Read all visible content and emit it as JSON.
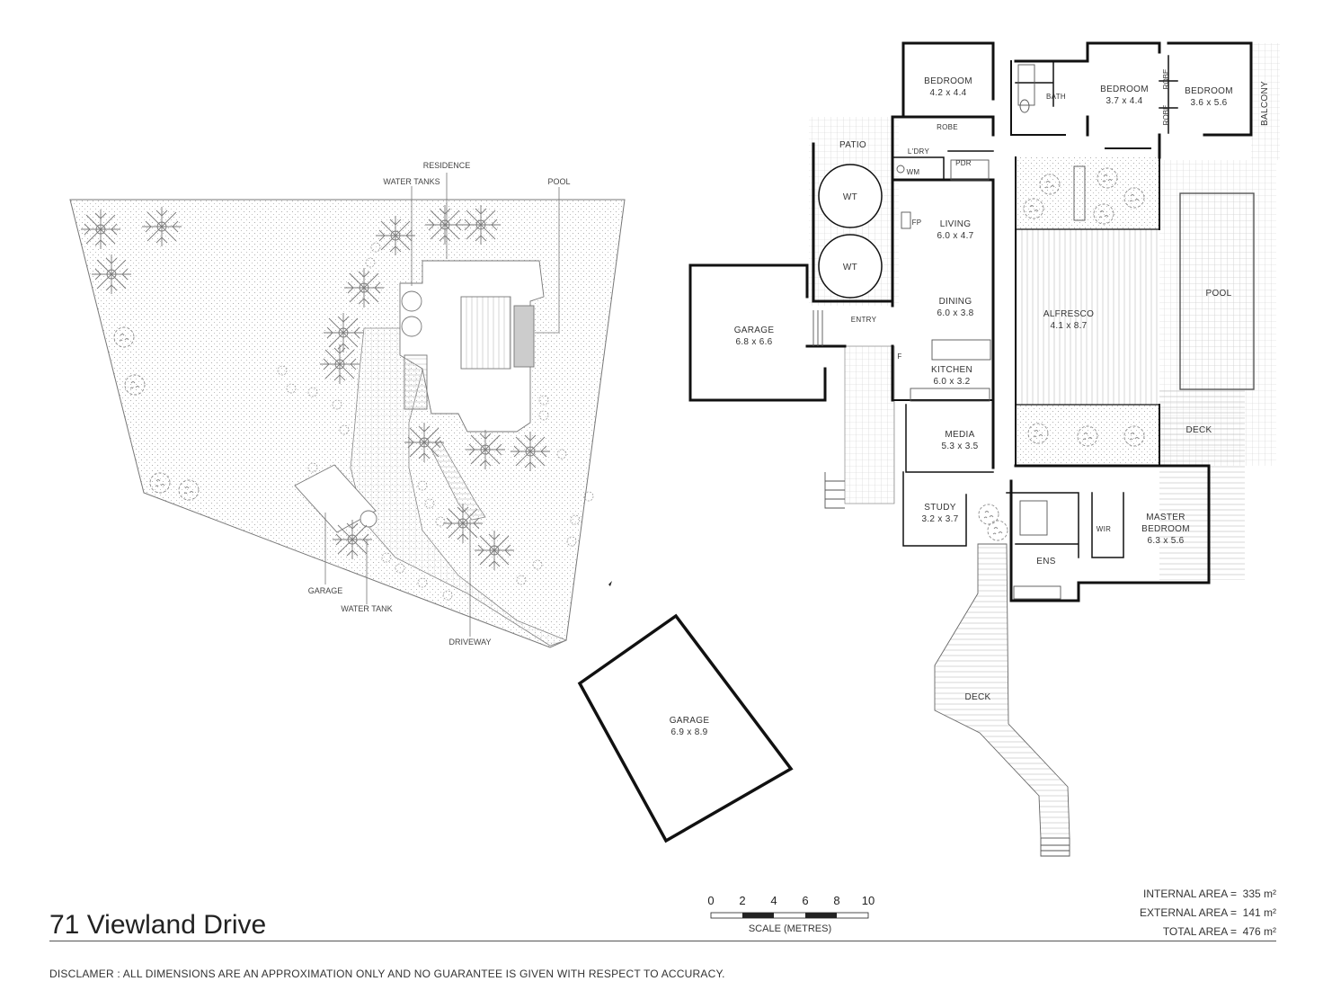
{
  "title": "71 Viewland Drive",
  "disclaimer": "DISCLAMER : ALL DIMENSIONS ARE AN APPROXIMATION ONLY AND NO GUARANTEE IS GIVEN WITH RESPECT TO ACCURACY.",
  "areas": [
    {
      "label": "INTERNAL AREA =",
      "value": "335 m²"
    },
    {
      "label": "EXTERNAL AREA =",
      "value": "141 m²"
    },
    {
      "label": "TOTAL AREA =",
      "value": "476 m²"
    }
  ],
  "scale": {
    "ticks": [
      "0",
      "2",
      "4",
      "6",
      "8",
      "10"
    ],
    "label": "SCALE (METRES)"
  },
  "site_plan": {
    "residence": "RESIDENCE",
    "water_tanks": "WATER TANKS",
    "pool": "POOL",
    "garage": "GARAGE",
    "water_tank": "WATER TANK",
    "driveway": "DRIVEWAY"
  },
  "rooms": {
    "bedroom1": {
      "name": "BEDROOM",
      "dims": "4.2 x 4.4"
    },
    "bedroom2": {
      "name": "BEDROOM",
      "dims": "3.7 x 4.4"
    },
    "bedroom3": {
      "name": "BEDROOM",
      "dims": "3.6 x 5.6"
    },
    "bath": "BATH",
    "robe1": "ROBE",
    "robe2": "ROBE",
    "robe3": "ROBE",
    "balcony": "BALCONY",
    "patio": "PATIO",
    "laundry": "L'DRY",
    "powder": "PDR",
    "wm": "WM",
    "wt1": "WT",
    "wt2": "WT",
    "fp": "FP",
    "living": {
      "name": "LIVING",
      "dims": "6.0 x 4.7"
    },
    "dining": {
      "name": "DINING",
      "dims": "6.0 x 3.8"
    },
    "entry": "ENTRY",
    "garage_main": {
      "name": "GARAGE",
      "dims": "6.8 x 6.6"
    },
    "fridge": "F",
    "kitchen": {
      "name": "KITCHEN",
      "dims": "6.0 x 3.2"
    },
    "alfresco": {
      "name": "ALFRESCO",
      "dims": "4.1 x 8.7"
    },
    "pool": "POOL",
    "deck1": "DECK",
    "media": {
      "name": "MEDIA",
      "dims": "5.3 x 3.5"
    },
    "study": {
      "name": "STUDY",
      "dims": "3.2 x 3.7"
    },
    "wir": "WIR",
    "ens": "ENS",
    "master": {
      "name1": "MASTER",
      "name2": "BEDROOM",
      "dims": "6.3 x 5.6"
    },
    "deck2": "DECK",
    "garage_detached": {
      "name": "GARAGE",
      "dims": "6.9 x 8.9"
    }
  }
}
